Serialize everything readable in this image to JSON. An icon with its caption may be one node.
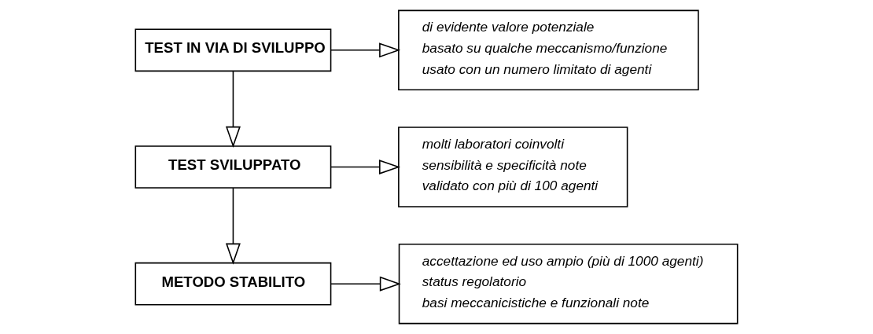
{
  "diagram": {
    "nodes": [
      {
        "text": [
          "TEST IN VIA DI SVILUPPO"
        ]
      },
      {
        "text": [
          "di evidente valore potenziale",
          "basato su qualche meccanismo/funzione",
          "usato con un numero limitato di agenti"
        ]
      },
      {
        "text": [
          "TEST SVILUPPATO"
        ]
      },
      {
        "text": [
          "molti laboratori coinvolti",
          "sensibilità e specificità note",
          "validato con più di 100 agenti"
        ]
      },
      {
        "text": [
          "METODO STABILITO"
        ]
      },
      {
        "text": [
          "accettazione ed uso ampio (più di 1000 agenti)",
          "status regolatorio",
          "basi meccanicistiche e funzionali note"
        ]
      }
    ],
    "edges": [
      {
        "from": 0,
        "to": 1,
        "arrow": "to"
      },
      {
        "from": 0,
        "to": 2,
        "arrow": "to"
      },
      {
        "from": 2,
        "to": 3,
        "arrow": "to"
      },
      {
        "from": 2,
        "to": 4,
        "arrow": "to"
      },
      {
        "from": 4,
        "to": 5,
        "arrow": "to"
      }
    ]
  }
}
